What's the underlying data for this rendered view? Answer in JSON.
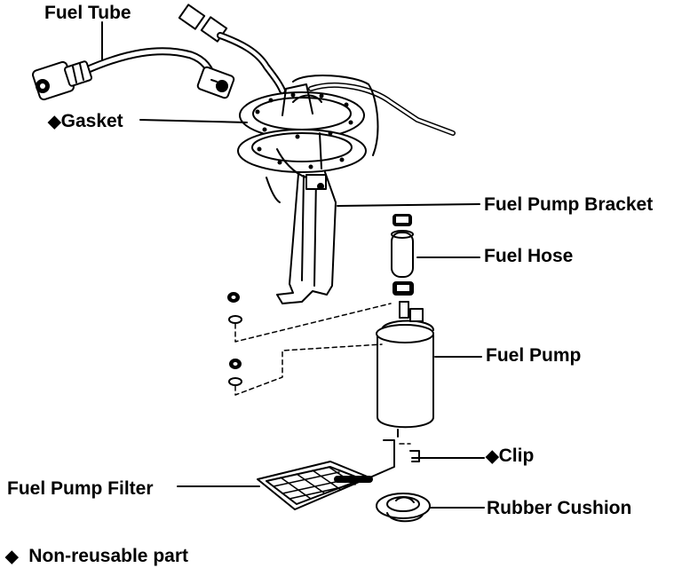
{
  "labels": {
    "fuel_tube": "Fuel Tube",
    "gasket": "Gasket",
    "fuel_pump_bracket": "Fuel Pump Bracket",
    "fuel_hose": "Fuel Hose",
    "fuel_pump": "Fuel Pump",
    "clip": "Clip",
    "fuel_pump_filter": "Fuel Pump Filter",
    "rubber_cushion": "Rubber Cushion"
  },
  "legend": {
    "symbol": "◆",
    "text": "Non-reusable part"
  },
  "markers": {
    "non_reusable_symbol": "◆"
  }
}
